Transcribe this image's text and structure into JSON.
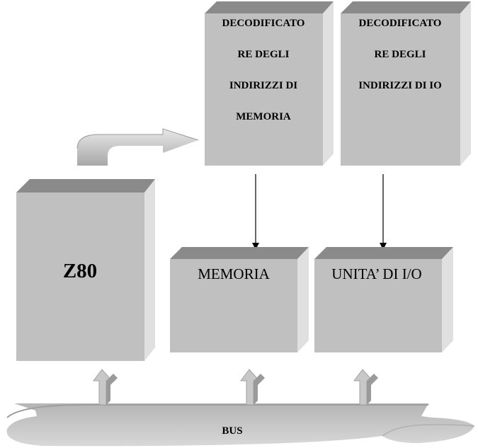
{
  "blocks": {
    "z80": {
      "label": "Z80"
    },
    "memoria": {
      "label": "MEMORIA"
    },
    "unita_io": {
      "label": "UNITA’ DI I/O"
    },
    "decoder_mem": {
      "lines": [
        "DECODIFICATO",
        "RE DEGLI",
        "INDIRIZZI DI",
        "MEMORIA"
      ]
    },
    "decoder_io": {
      "lines": [
        "DECODIFICATO",
        "RE DEGLI",
        "INDIRIZZI DI IO"
      ]
    }
  },
  "bus": {
    "label": "BUS"
  },
  "colors": {
    "front": "#c0c0c0",
    "top": "#8a8a8a",
    "side": "#e0e0e0"
  }
}
